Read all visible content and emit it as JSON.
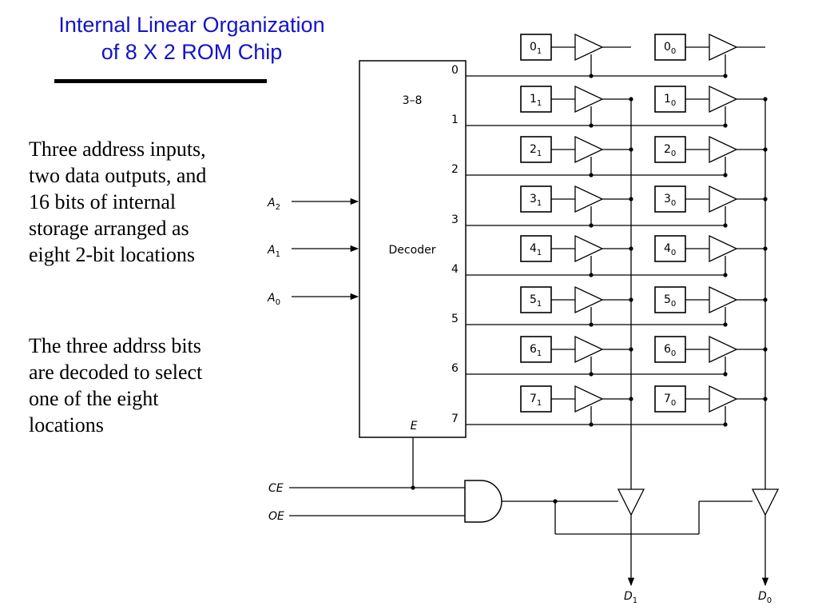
{
  "title": {
    "line1": "Internal Linear Organization",
    "line2": "of 8 X 2 ROM Chip",
    "color": "#1414c8"
  },
  "description": {
    "paragraph1": [
      "Three address inputs,",
      "two data outputs, and",
      "16 bits of internal",
      "storage arranged as",
      "eight 2-bit locations"
    ],
    "paragraph2": [
      "The three addrss bits",
      "are decoded to select",
      "one of the eight",
      "locations"
    ]
  },
  "diagram": {
    "decoder": {
      "label_top": "3–8",
      "label_main": "Decoder",
      "enable_label": "E"
    },
    "decoder_outputs": [
      "0",
      "1",
      "2",
      "3",
      "4",
      "5",
      "6",
      "7"
    ],
    "address_inputs": [
      {
        "name": "A",
        "sub": "2"
      },
      {
        "name": "A",
        "sub": "1"
      },
      {
        "name": "A",
        "sub": "0"
      }
    ],
    "control_inputs": [
      "CE",
      "OE"
    ],
    "cells_bit1": [
      {
        "main": "0",
        "sub": "1"
      },
      {
        "main": "1",
        "sub": "1"
      },
      {
        "main": "2",
        "sub": "1"
      },
      {
        "main": "3",
        "sub": "1"
      },
      {
        "main": "4",
        "sub": "1"
      },
      {
        "main": "5",
        "sub": "1"
      },
      {
        "main": "6",
        "sub": "1"
      },
      {
        "main": "7",
        "sub": "1"
      }
    ],
    "cells_bit0": [
      {
        "main": "0",
        "sub": "0"
      },
      {
        "main": "1",
        "sub": "0"
      },
      {
        "main": "2",
        "sub": "0"
      },
      {
        "main": "3",
        "sub": "0"
      },
      {
        "main": "4",
        "sub": "0"
      },
      {
        "main": "5",
        "sub": "0"
      },
      {
        "main": "6",
        "sub": "0"
      },
      {
        "main": "7",
        "sub": "0"
      }
    ],
    "data_outputs": [
      {
        "name": "D",
        "sub": "1"
      },
      {
        "name": "D",
        "sub": "0"
      }
    ]
  }
}
